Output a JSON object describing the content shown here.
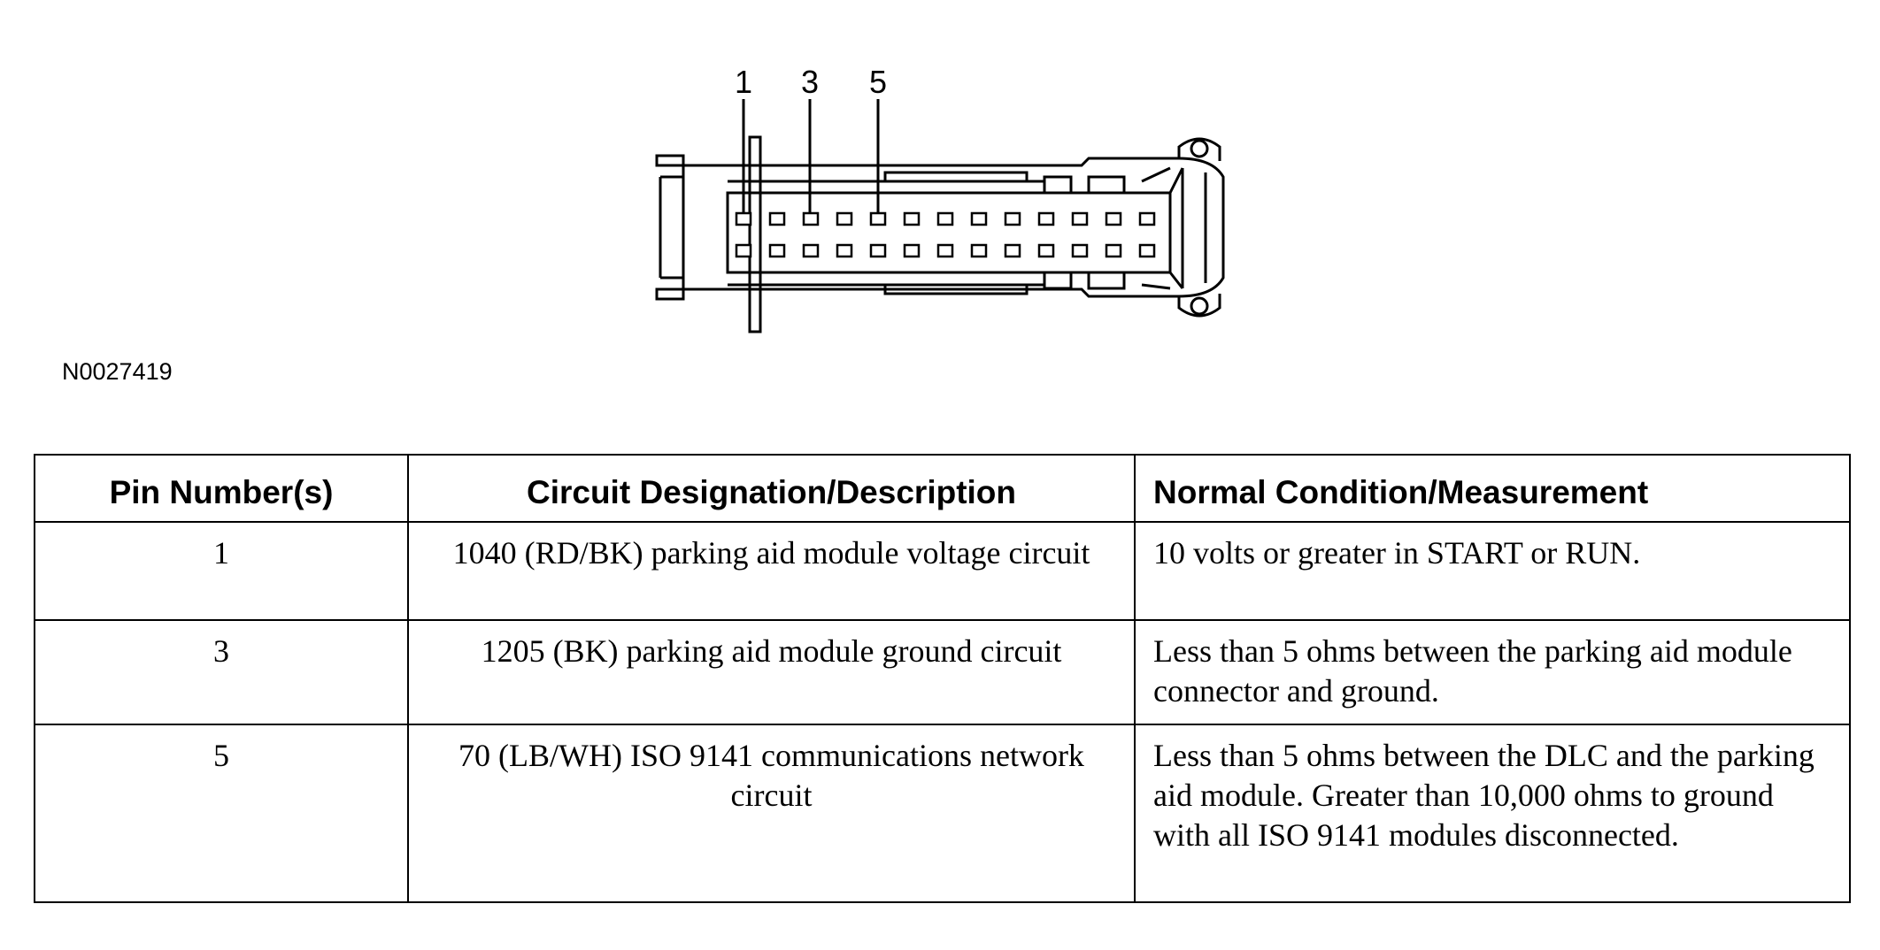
{
  "connector": {
    "pin_labels": [
      "1",
      "3",
      "5"
    ],
    "figure_id": "N0027419"
  },
  "table": {
    "headers": [
      "Pin Number(s)",
      "Circuit Designation/Description",
      "Normal Condition/Measurement"
    ],
    "rows": [
      {
        "pin": "1",
        "description": "1040 (RD/BK) parking aid module voltage circuit",
        "condition": "10 volts or greater in START or RUN."
      },
      {
        "pin": "3",
        "description": "1205 (BK) parking aid module ground circuit",
        "condition": "Less than 5 ohms between the parking aid module connector and ground."
      },
      {
        "pin": "5",
        "description": "70 (LB/WH) ISO 9141 communications network circuit",
        "condition": "Less than 5 ohms between the DLC and the parking aid module. Greater than 10,000 ohms to ground with all ISO 9141 modules disconnected."
      }
    ]
  }
}
